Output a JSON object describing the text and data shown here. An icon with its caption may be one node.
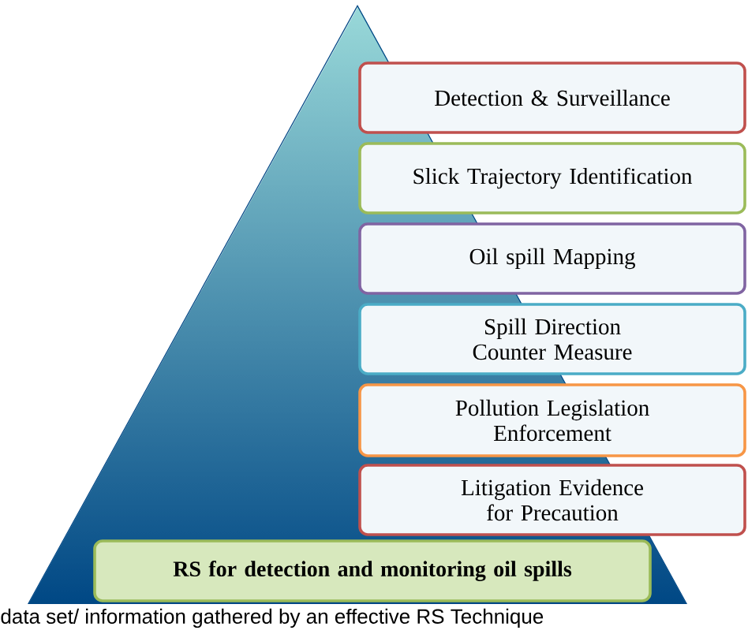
{
  "diagram": {
    "nodes": [
      {
        "text": [],
        "shape": "triangle"
      },
      {
        "text": [
          "Detection & Surveillance"
        ]
      },
      {
        "text": [
          "Slick Trajectory Identification"
        ]
      },
      {
        "text": [
          "Oil spill Mapping"
        ]
      },
      {
        "text": [
          "Spill Direction Counter Measure"
        ]
      },
      {
        "text": [
          "Pollution Legislation Enforcement"
        ]
      },
      {
        "text": [
          "Litigation Evidence for Precaution"
        ]
      },
      {
        "text": [
          "RS for detection and monitoring oil spills"
        ],
        "in": 0
      }
    ],
    "labels": [
      "data set/ information gathered by an effective RS Technique"
    ]
  }
}
